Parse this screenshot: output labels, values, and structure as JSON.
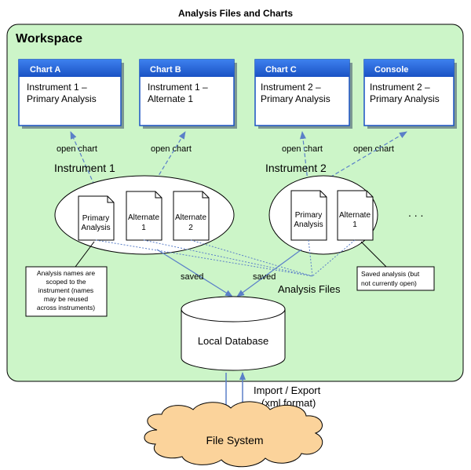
{
  "title": "Analysis Files and Charts",
  "workspace": {
    "label": "Workspace"
  },
  "windows": [
    {
      "tab": "Chart A",
      "line1": "Instrument 1 –",
      "line2": "Primary Analysis"
    },
    {
      "tab": "Chart B",
      "line1": "Instrument 1 –",
      "line2": "Alternate 1"
    },
    {
      "tab": "Chart C",
      "line1": "Instrument 2 –",
      "line2": "Primary Analysis"
    },
    {
      "tab": "Console",
      "line1": "Instrument 2 –",
      "line2": "Primary Analysis"
    }
  ],
  "open_chart_label": "open chart",
  "instruments": [
    {
      "name": "Instrument 1",
      "files": [
        {
          "line1": "Primary",
          "line2": "Analysis"
        },
        {
          "line1": "Alternate",
          "line2": "1"
        },
        {
          "line1": "Alternate",
          "line2": "2"
        }
      ]
    },
    {
      "name": "Instrument 2",
      "files": [
        {
          "line1": "Primary",
          "line2": "Analysis"
        },
        {
          "line1": "Alternate",
          "line2": "1"
        }
      ]
    }
  ],
  "ellipsis": ". . .",
  "note_left": [
    "Analysis names are",
    "scoped to the",
    "instrument (names",
    "may be reused",
    "across instruments)"
  ],
  "note_right": [
    "Saved analysis (but",
    "not currently open)"
  ],
  "saved_label": "saved",
  "analysis_files_label": "Analysis Files",
  "database_label": "Local Database",
  "import_export": [
    "Import / Export",
    "(xml format)"
  ],
  "filesystem_label": "File System",
  "colors": {
    "workspace_fill": "#ccf5c8",
    "window_header": "#2266dd",
    "arrow_blue": "#5a7fc8",
    "cloud_fill": "#fbd39b"
  }
}
